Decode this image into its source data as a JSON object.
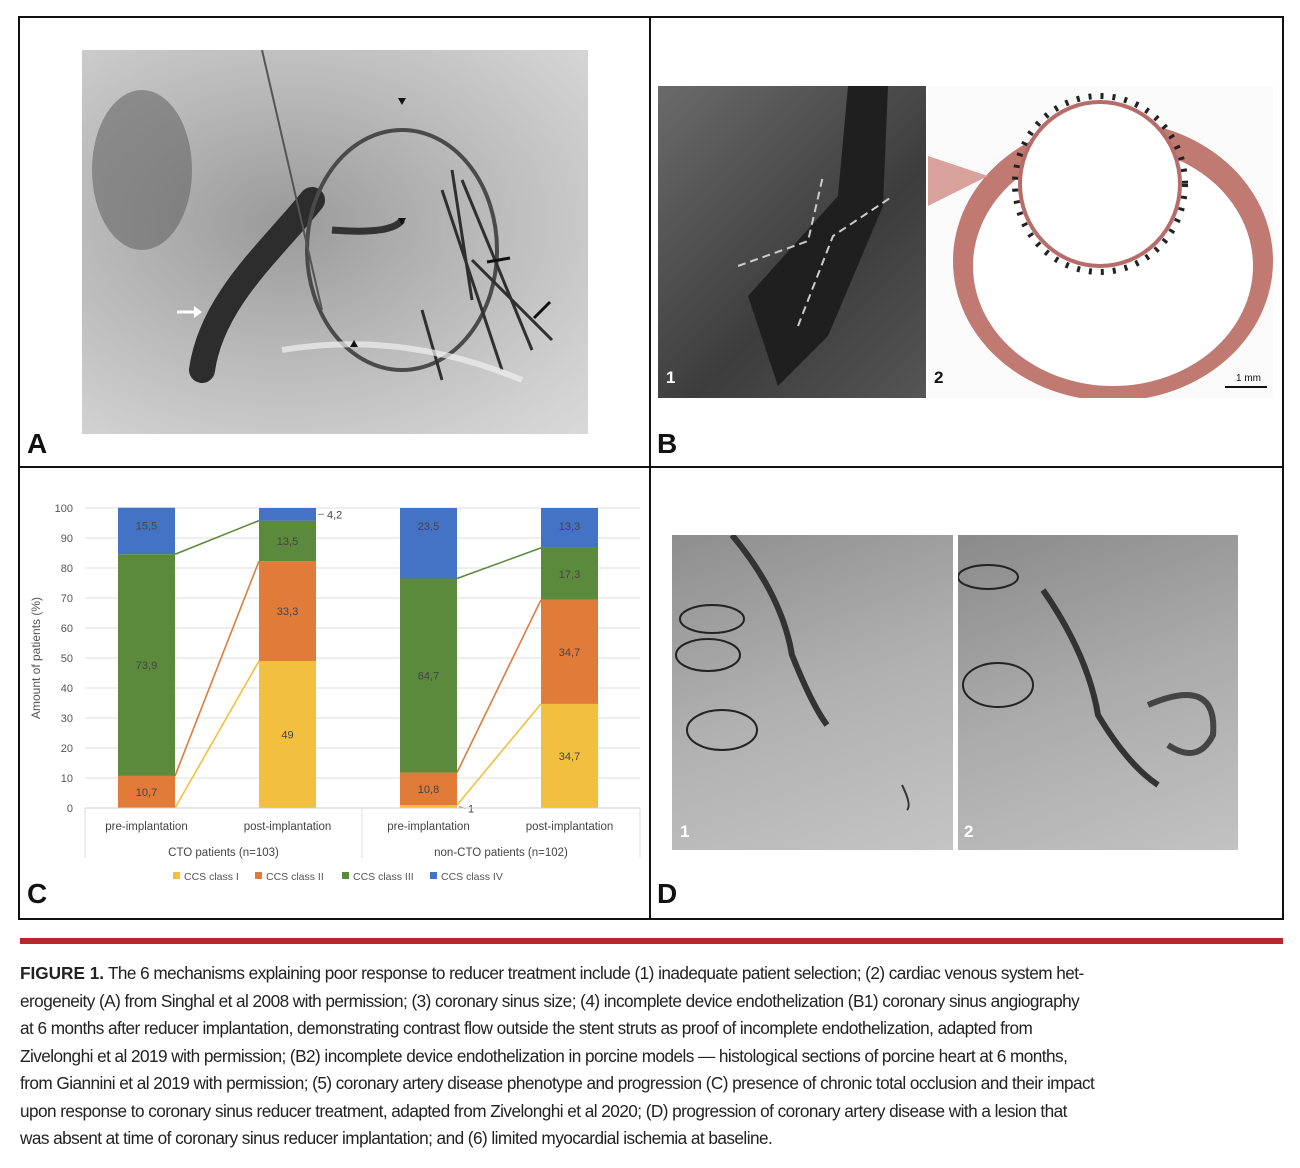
{
  "panels": {
    "a": {
      "letter": "A"
    },
    "b": {
      "letter": "B",
      "sub1": "1",
      "sub2": "2",
      "scale_bar": "1 mm"
    },
    "c": {
      "letter": "C"
    },
    "d": {
      "letter": "D",
      "sub1": "1",
      "sub2": "2"
    }
  },
  "chart_data": {
    "type": "bar",
    "stacked": true,
    "ylabel": "Amount of patients (%)",
    "ylim": [
      0,
      100
    ],
    "yticks": [
      "0",
      "10",
      "20",
      "30",
      "40",
      "50",
      "60",
      "70",
      "80",
      "90",
      "100"
    ],
    "groups": [
      {
        "name": "CTO patients (n=103)",
        "categories": [
          "pre-implantation",
          "post-implantation"
        ]
      },
      {
        "name": "non-CTO patients (n=102)",
        "categories": [
          "pre-implantation",
          "post-implantation"
        ]
      }
    ],
    "series": [
      {
        "name": "CCS class I",
        "color": "#f2bf3f",
        "values": [
          0,
          49,
          1,
          34.7
        ],
        "labels": [
          "",
          "49",
          "1",
          "34,7"
        ]
      },
      {
        "name": "CCS class II",
        "color": "#e07b39",
        "values": [
          10.7,
          33.3,
          10.8,
          34.7
        ],
        "labels": [
          "10,7",
          "33,3",
          "10,8",
          "34,7"
        ]
      },
      {
        "name": "CCS class III",
        "color": "#5b8a3c",
        "values": [
          73.9,
          13.5,
          64.7,
          17.3
        ],
        "labels": [
          "73,9",
          "13,5",
          "64,7",
          "17,3"
        ]
      },
      {
        "name": "CCS class IV",
        "color": "#4472c4",
        "values": [
          15.5,
          4.2,
          23.5,
          13.3
        ],
        "labels": [
          "15,5",
          "4,2",
          "23,5",
          "13,3"
        ]
      }
    ],
    "legend_position": "bottom",
    "grid": true
  },
  "caption": {
    "label": "FIGURE 1.",
    "lines": [
      " The 6 mechanisms explaining poor response to reducer treatment include (1) inadequate patient selection; (2) cardiac venous system het-",
      "erogeneity (A) from Singhal et al 2008 with permission; (3) coronary sinus size; (4) incomplete device endothelization (B1) coronary sinus angiography",
      "at 6 months after reducer implantation, demonstrating contrast flow outside the stent struts as proof of incomplete endothelization, adapted from",
      "Zivelonghi et al 2019 with permission; (B2) incomplete device endothelization in porcine models — histological sections of porcine heart at 6 months,",
      "from Giannini et al 2019 with permission; (5) coronary artery disease phenotype and progression (C) presence of chronic total occlusion and their impact",
      "upon response to coronary sinus reducer treatment, adapted from Zivelonghi et al 2020; (D) progression of coronary artery disease with a lesion that",
      "was absent at time of coronary sinus reducer implantation; and (6) limited myocardial ischemia at baseline."
    ]
  }
}
